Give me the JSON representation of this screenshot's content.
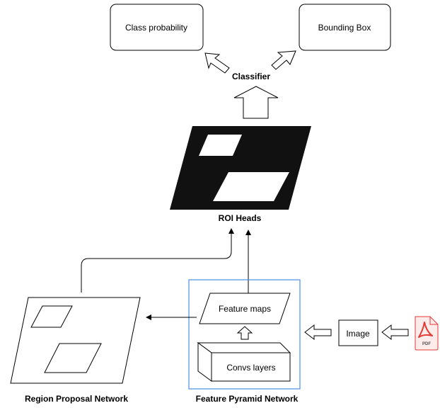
{
  "nodes": {
    "class_probability": "Class probability",
    "bounding_box": "Bounding Box",
    "classifier": "Classifier",
    "roi_heads": "ROI Heads",
    "feature_maps": "Feature maps",
    "convs_layers": "Convs layers",
    "image": "Image",
    "pdf_badge": "PDF",
    "region_proposal_network": "Region Proposal Network",
    "feature_pyramid_network": "Feature Pyramid Network"
  },
  "colors": {
    "stroke": "#000000",
    "fpn_border": "#4a90e2",
    "roi_fill": "#111111",
    "pdf_red": "#e53935",
    "pdf_bg": "#fdecea",
    "box_fill": "#ffffff"
  }
}
